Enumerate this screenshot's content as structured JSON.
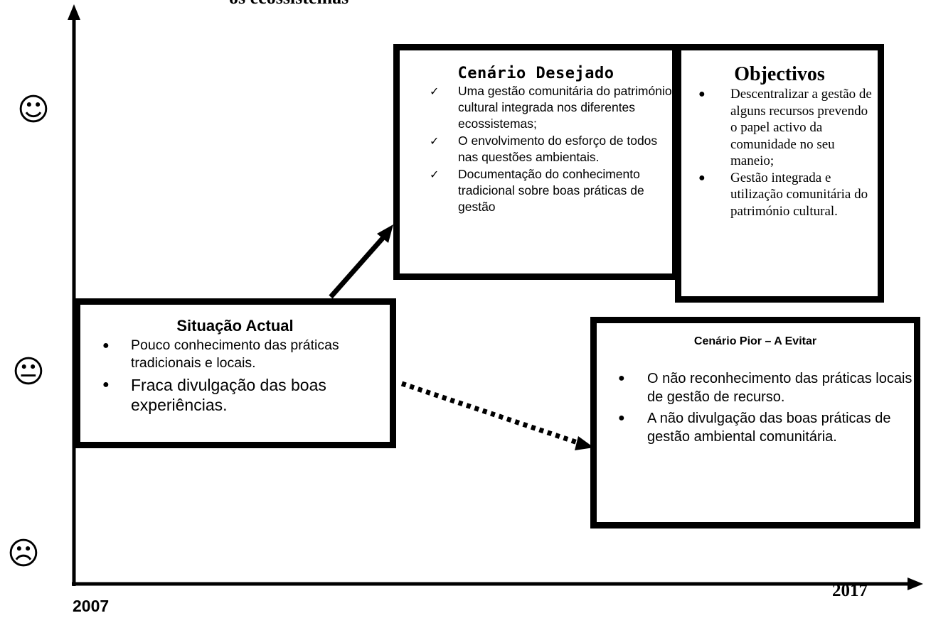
{
  "page_title_partial": "os ecossistemas",
  "axis": {
    "x_start_label": "2007",
    "x_end_label": "2017",
    "faces": {
      "happy": "☺",
      "neutral": "😐",
      "sad": "☹"
    }
  },
  "desired": {
    "title": "Cenário Desejado",
    "bullet_icon": "check-icon",
    "items": [
      "Uma gestão comunitária do património cultural integrada nos diferentes ecossistemas;",
      "O envolvimento do esforço de todos nas questões ambientais.",
      "Documentação do conhecimento tradicional sobre boas práticas de gestão"
    ]
  },
  "objectives": {
    "title": "Objectivos",
    "bullet_icon": "bullet-icon",
    "items": [
      "Descentralizar a gestão de alguns recursos prevendo o papel activo da comunidade no  seu maneio;",
      "Gestão integrada e utilização comunitária do património cultural."
    ]
  },
  "current": {
    "title": "Situação Actual",
    "items": [
      "Pouco conhecimento das práticas tradicionais e locais.",
      "Fraca divulgação das boas experiências."
    ]
  },
  "worst": {
    "title": "Cenário Pior –  A Evitar",
    "items": [
      "O não reconhecimento das práticas locais de gestão de recurso.",
      "A não divulgação das boas práticas de gestão ambiental comunitária."
    ]
  },
  "colors": {
    "stroke": "#000000",
    "background": "#ffffff"
  }
}
